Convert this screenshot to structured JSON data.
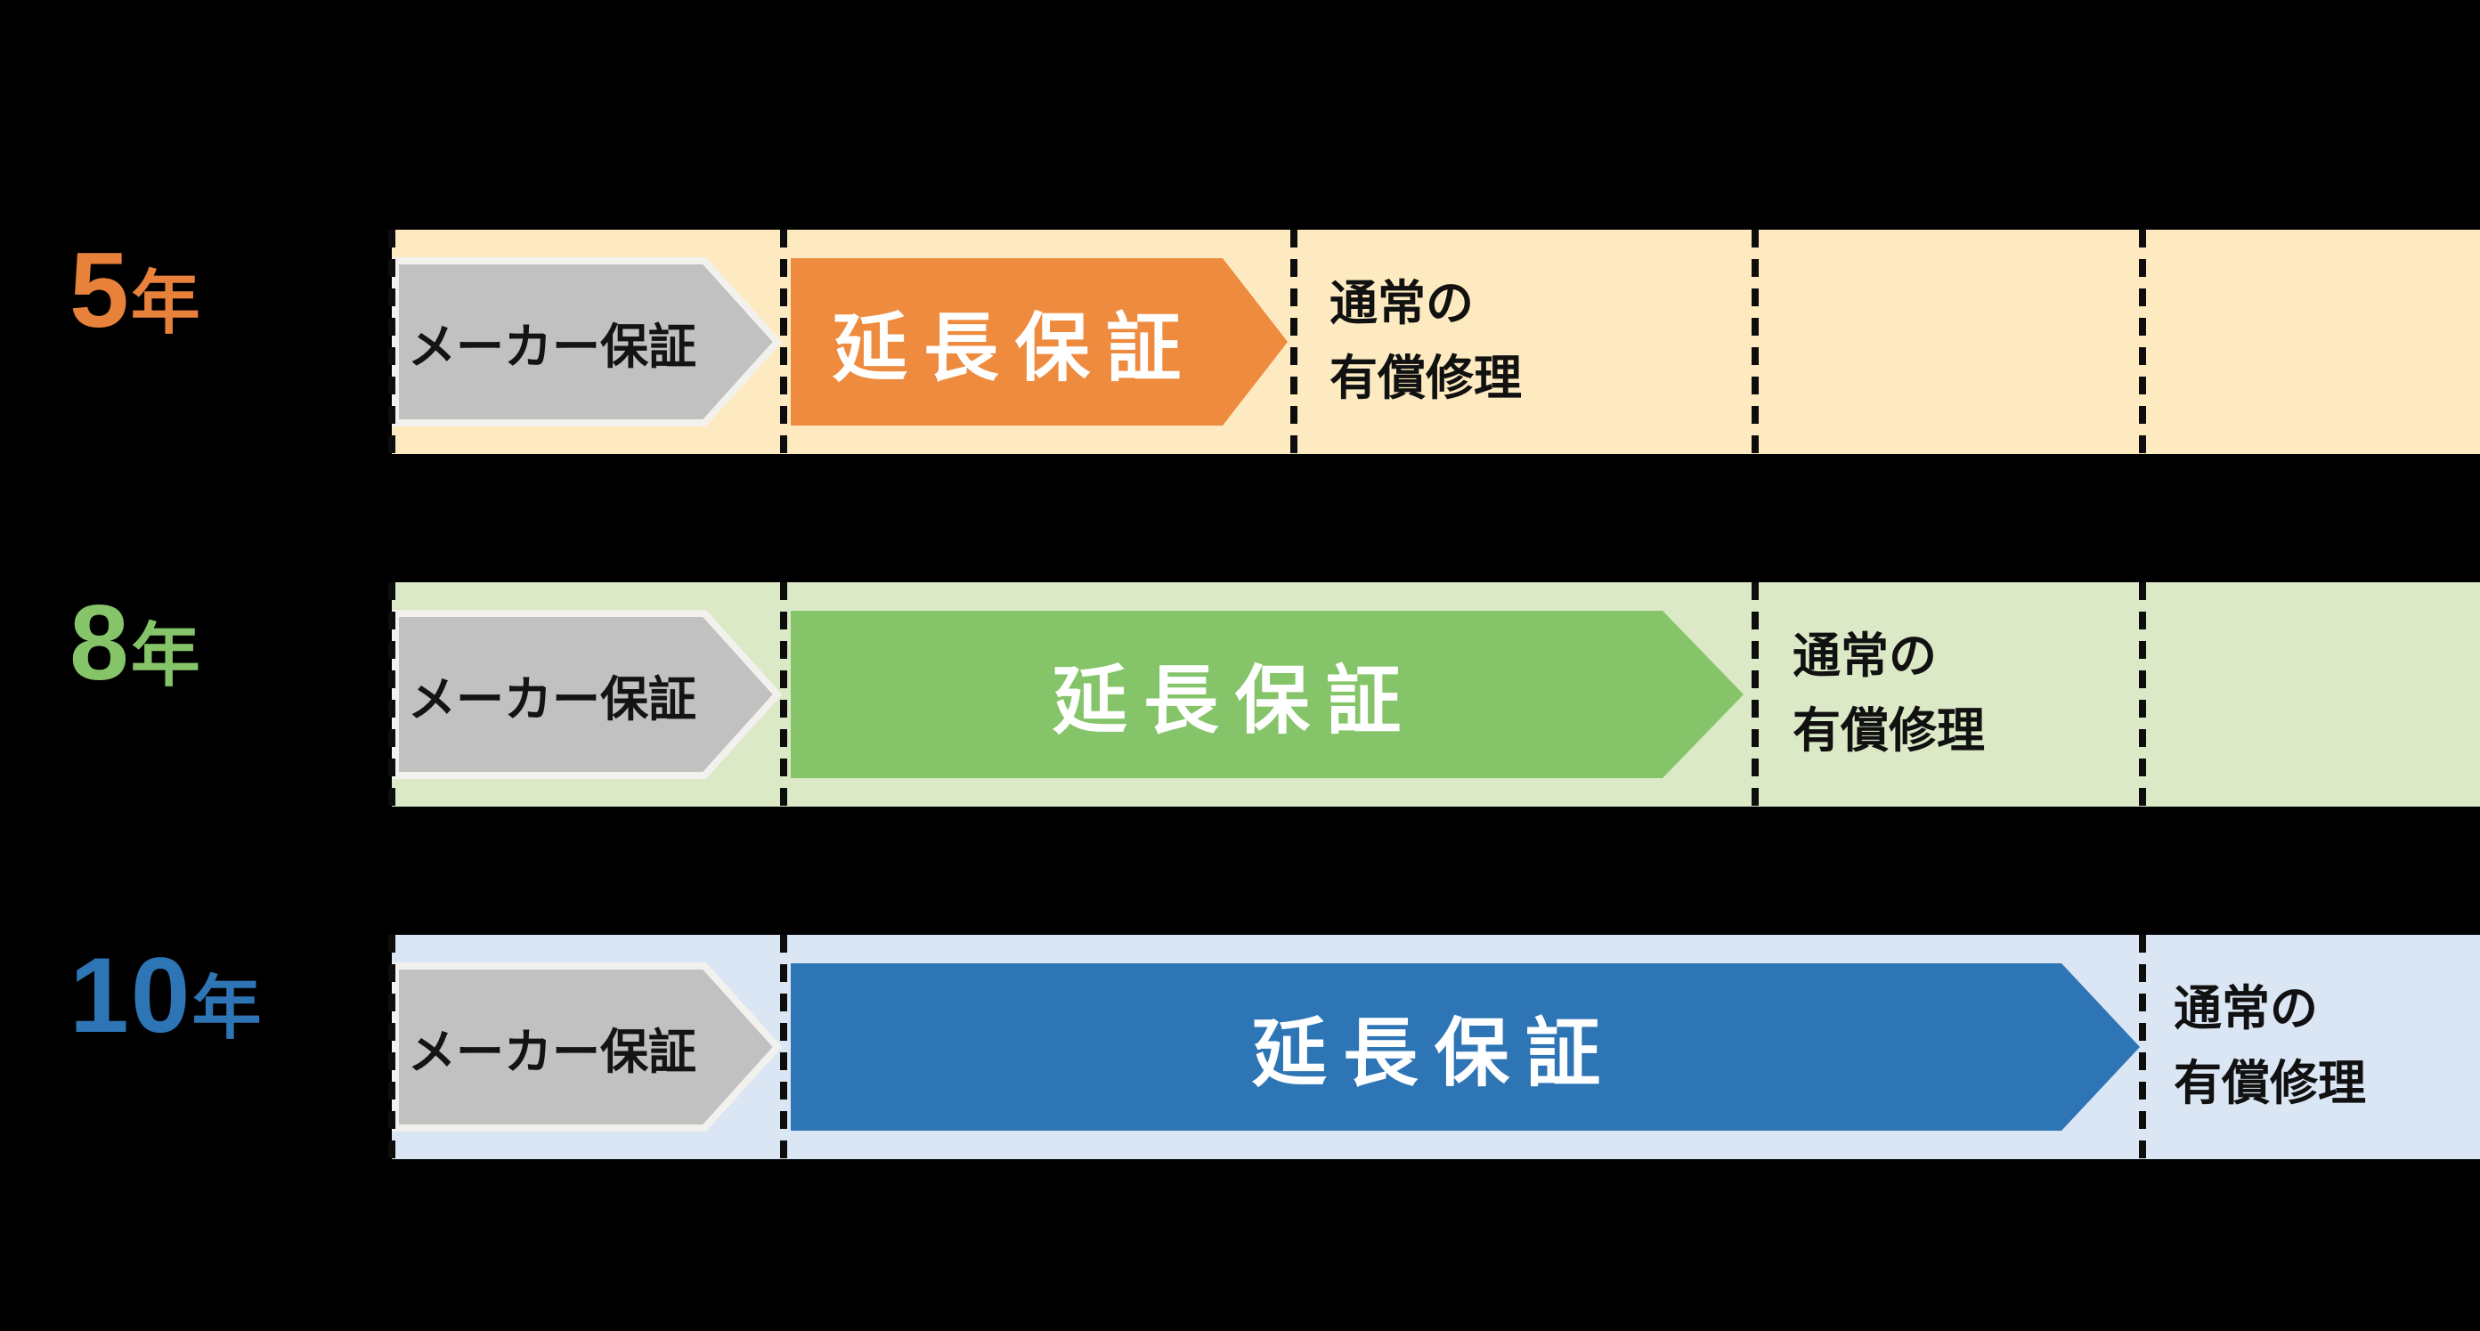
{
  "diagram": {
    "description_labels": {
      "maker_warranty": "メーカー保証",
      "extended_warranty": "延長保証",
      "paid_repair_line1": "通常の",
      "paid_repair_line2": "有償修理"
    }
  },
  "colors": {
    "background": "#000000",
    "dash_line": "#0d0d0d",
    "maker_arrow_fill": "#C1C1C1",
    "maker_arrow_border": "#F2F1ED",
    "maker_text": "#141414",
    "extended_text": "#FFFFFF",
    "repair_text": "#111111"
  },
  "rows": [
    {
      "year_number": "5",
      "year_suffix": "年",
      "label_color": "#E8823B",
      "band_color": "#FDEAC0",
      "arrow_color": "#EE8B3E",
      "maker_label": "メーカー保証",
      "extended_label": "延長保証",
      "repair_line1": "通常の",
      "repair_line2": "有償修理"
    },
    {
      "year_number": "8",
      "year_suffix": "年",
      "label_color": "#85C469",
      "band_color": "#DBE9C6",
      "arrow_color": "#85C469",
      "maker_label": "メーカー保証",
      "extended_label": "延長保証",
      "repair_line1": "通常の",
      "repair_line2": "有償修理"
    },
    {
      "year_number": "10",
      "year_suffix": "年",
      "label_color": "#2E75B6",
      "band_color": "#DAE6F3",
      "arrow_color": "#2E75B6",
      "maker_label": "メーカー保証",
      "extended_label": "延長保証",
      "repair_line1": "通常の",
      "repair_line2": "有償修理"
    }
  ]
}
